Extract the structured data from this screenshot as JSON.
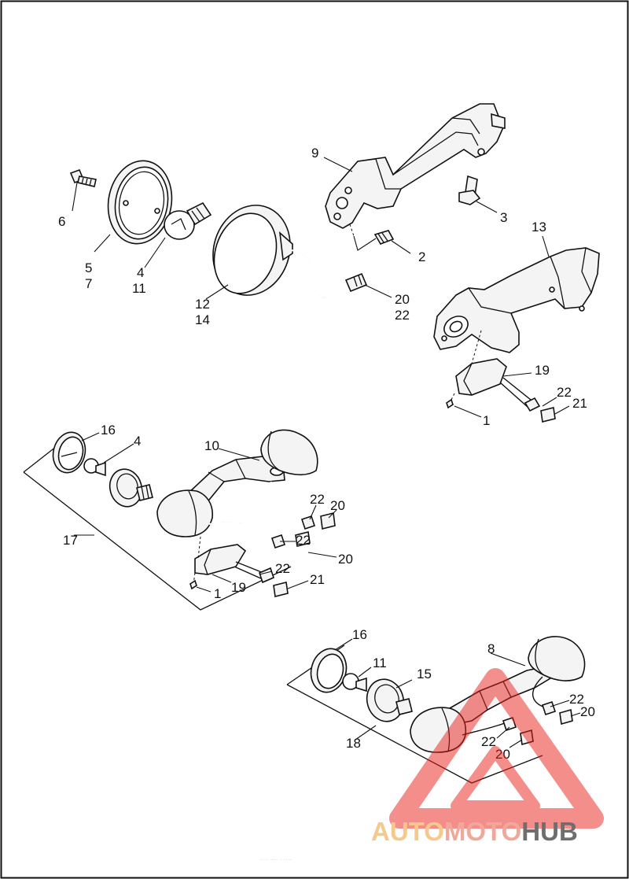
{
  "callouts": [
    {
      "id": "c9",
      "text": "9"
    },
    {
      "id": "c6",
      "text": "6"
    },
    {
      "id": "c3",
      "text": "3"
    },
    {
      "id": "c13",
      "text": "13"
    },
    {
      "id": "c2",
      "text": "2"
    },
    {
      "id": "c5",
      "text": "5"
    },
    {
      "id": "c7",
      "text": "7"
    },
    {
      "id": "c4a",
      "text": "4"
    },
    {
      "id": "c11a",
      "text": "11"
    },
    {
      "id": "c12",
      "text": "12"
    },
    {
      "id": "c14",
      "text": "14"
    },
    {
      "id": "c20a",
      "text": "20"
    },
    {
      "id": "c22a",
      "text": "22"
    },
    {
      "id": "c19a",
      "text": "19"
    },
    {
      "id": "c22b",
      "text": "22"
    },
    {
      "id": "c21a",
      "text": "21"
    },
    {
      "id": "c1a",
      "text": "1"
    },
    {
      "id": "c16a",
      "text": "16"
    },
    {
      "id": "c4b",
      "text": "4"
    },
    {
      "id": "c10",
      "text": "10"
    },
    {
      "id": "c22c",
      "text": "22"
    },
    {
      "id": "c20b",
      "text": "20"
    },
    {
      "id": "c17",
      "text": "17"
    },
    {
      "id": "c22d",
      "text": "22"
    },
    {
      "id": "c20c",
      "text": "20"
    },
    {
      "id": "c22e",
      "text": "22"
    },
    {
      "id": "c21b",
      "text": "21"
    },
    {
      "id": "c19b",
      "text": "19"
    },
    {
      "id": "c1b",
      "text": "1"
    },
    {
      "id": "c16b",
      "text": "16"
    },
    {
      "id": "c8",
      "text": "8"
    },
    {
      "id": "c11b",
      "text": "11"
    },
    {
      "id": "c15",
      "text": "15"
    },
    {
      "id": "c22f",
      "text": "22"
    },
    {
      "id": "c20d",
      "text": "20"
    },
    {
      "id": "c18",
      "text": "18"
    },
    {
      "id": "c22g",
      "text": "22"
    },
    {
      "id": "c20e",
      "text": "20"
    }
  ],
  "watermark": {
    "part1": "AUTO",
    "part2": "MOTO",
    "part3": "HUB",
    "color1": "#f5c98c",
    "color2": "#f0a89a",
    "color3": "#6e6e6e",
    "triangle_color": "#e8201a"
  },
  "footer_text": "······ ····· ········"
}
